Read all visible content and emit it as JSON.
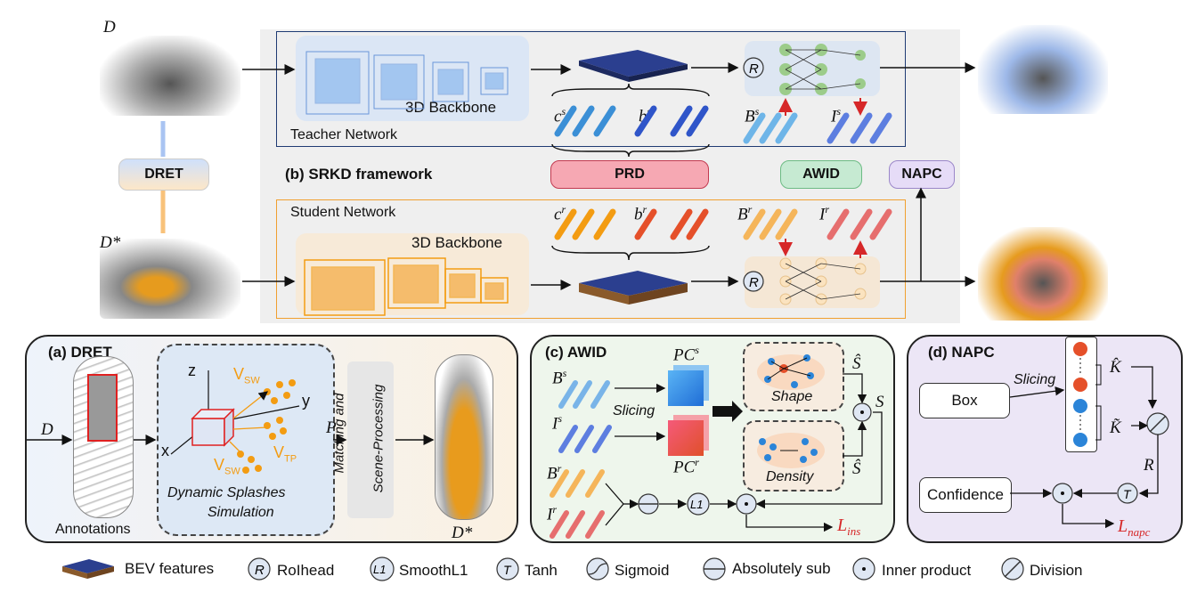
{
  "inputs": {
    "d": "D",
    "d_star": "D*"
  },
  "framework": {
    "title": "(b) SRKD framework",
    "teacher": "Teacher Network",
    "student": "Student Network",
    "backbone_teacher": "3D Backbone",
    "backbone_student": "3D Backbone",
    "feat": {
      "cs": "c",
      "cs_sup": "s",
      "bs": "b",
      "bs_sup": "s",
      "Bs": "B",
      "Bs_sup": "s",
      "Is": "I",
      "Is_sup": "s",
      "cr": "c",
      "cr_sup": "r",
      "br": "b",
      "br_sup": "r",
      "Br": "B",
      "Br_sup": "r",
      "Ir": "I",
      "Ir_sup": "r"
    },
    "prd": "PRD",
    "awid": "AWID",
    "napc": "NAPC",
    "dret": "DRET"
  },
  "panel_a": {
    "title": "(a) DRET",
    "d": "D",
    "annotations": "Annotations",
    "axis_z": "z",
    "axis_y": "y",
    "axis_x": "x",
    "vsw_top": "V",
    "vsw_top_sub": "SW",
    "vsw_bot": "V",
    "vsw_bot_sub": "SW",
    "vtp": "V",
    "vtp_sub": "TP",
    "caption1": "Dynamic Splashes",
    "caption2": "Simulation",
    "p": "P",
    "matching1": "Matching and",
    "matching2": "Scene-Processing",
    "d_star": "D*"
  },
  "panel_c": {
    "title": "(c) AWID",
    "Bs": "B",
    "Bs_sup": "s",
    "Is": "I",
    "Is_sup": "s",
    "Br": "B",
    "Br_sup": "r",
    "Ir": "I",
    "Ir_sup": "r",
    "slicing": "Slicing",
    "pcs": "PC",
    "pcs_sup": "s",
    "pcr": "PC",
    "pcr_sup": "r",
    "shape": "Shape",
    "density": "Density",
    "s_hat_top": "Ŝ",
    "s_hat_bot": "Ŝ",
    "s": "S",
    "l1": "L1",
    "loss": "L",
    "loss_sub": "ins"
  },
  "panel_d": {
    "title": "(d) NAPC",
    "box": "Box",
    "slicing": "Slicing",
    "k_hat": "K̂",
    "k_tilde": "K̃",
    "r": "R",
    "confidence": "Confidence",
    "t": "T",
    "loss": "L",
    "loss_sub": "napc"
  },
  "legend": [
    {
      "icon": "bev-feature-icon",
      "label": "BEV features"
    },
    {
      "icon": "roihead-icon",
      "symbol": "R",
      "label": "RoIhead"
    },
    {
      "icon": "smoothl1-icon",
      "symbol": "L1",
      "label": "SmoothL1"
    },
    {
      "icon": "tanh-icon",
      "symbol": "T",
      "label": "Tanh"
    },
    {
      "icon": "sigmoid-icon",
      "label": "Sigmoid"
    },
    {
      "icon": "absolute-sub-icon",
      "label": "Absolutely sub"
    },
    {
      "icon": "inner-product-icon",
      "label": "Inner product"
    },
    {
      "icon": "division-icon",
      "label": "Division"
    }
  ],
  "colors": {
    "teacher_blue": "#2f6fd6",
    "student_orange": "#f39c12",
    "prd_pink": "#f4a0ab",
    "awid_green": "#bfe8cc",
    "napc_purple": "#e3d9f5",
    "loss_red": "#d62728"
  }
}
